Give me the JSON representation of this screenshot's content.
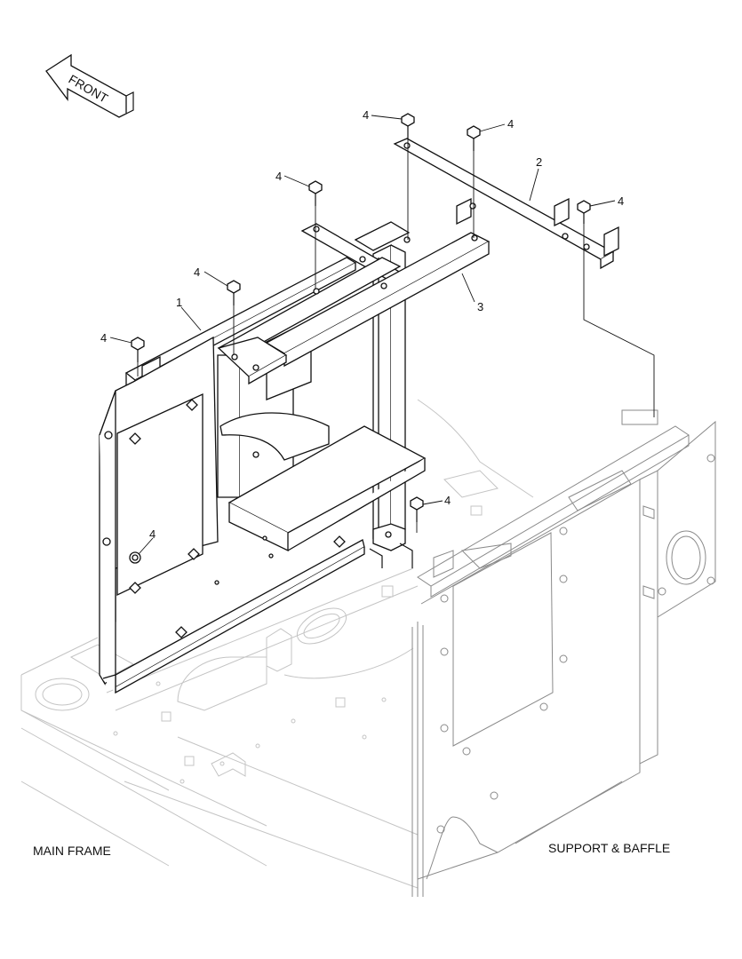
{
  "front_arrow": {
    "label": "FRONT"
  },
  "sections": {
    "main_frame": "MAIN FRAME",
    "support_baffle": "SUPPORT & BAFFLE"
  },
  "callouts": [
    "1",
    "2",
    "3",
    "4",
    "4",
    "4",
    "4",
    "4",
    "4",
    "4",
    "4"
  ]
}
